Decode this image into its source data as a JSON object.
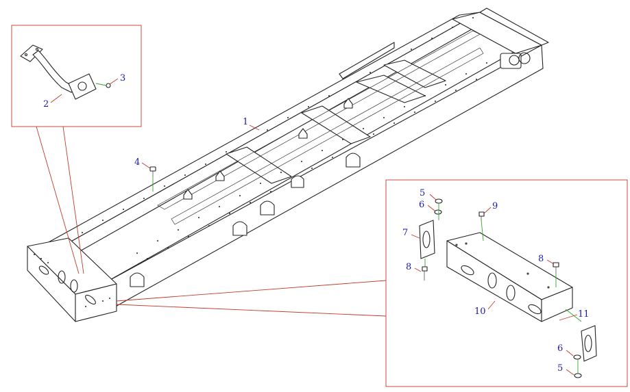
{
  "colors": {
    "callout_text": "#1a1aa8",
    "leader_line": "#c0392b",
    "assembly_line": "#2ea52e",
    "outline": "#222222"
  },
  "callouts": {
    "c1": "1",
    "c2": "2",
    "c3": "3",
    "c4": "4",
    "c5a": "5",
    "c6a": "6",
    "c7": "7",
    "c8a": "8",
    "c9": "9",
    "c10": "10",
    "c8b": "8",
    "c11": "11",
    "c6b": "6",
    "c5b": "5"
  }
}
